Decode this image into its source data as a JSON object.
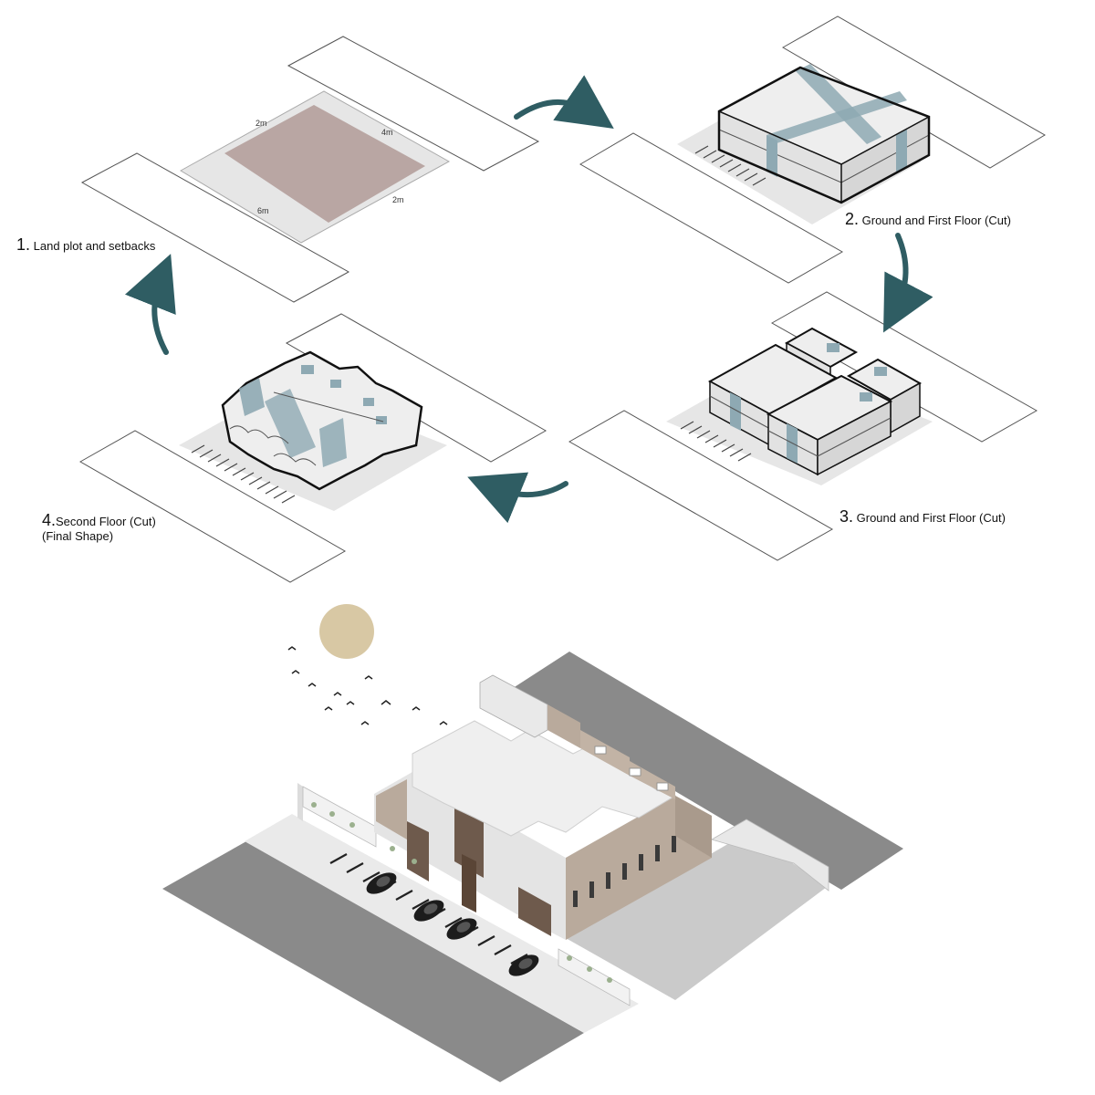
{
  "steps": [
    {
      "number": "1.",
      "label": "Land plot and setbacks"
    },
    {
      "number": "2.",
      "label": "Ground and First Floor (Cut)"
    },
    {
      "number": "3.",
      "label": "Ground and First Floor (Cut)"
    },
    {
      "number": "4.",
      "label": "Second Floor (Cut)",
      "sublabel": "(Final Shape)"
    }
  ],
  "dimensions": {
    "front": "2m",
    "right": "4m",
    "back": "6m",
    "side": "2m"
  },
  "colors": {
    "arrow": "#2f5d63",
    "plot": "#b9a6a3",
    "setback": "#e6e6e6",
    "mass": "#ececec",
    "cut_band": "#8ea9b3",
    "road": "#8a8a8a",
    "sun": "#d8c8a4",
    "wood": "#6e5a4c",
    "stone": "#b9aa9c"
  },
  "icons": [
    "curved-arrow-icon",
    "sun-icon",
    "bird-icon",
    "car-icon"
  ]
}
